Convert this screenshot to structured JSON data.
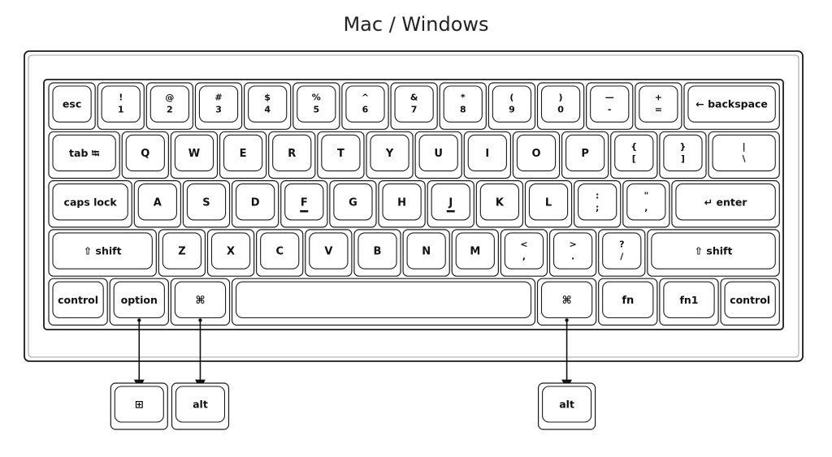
{
  "title": "Mac / Windows",
  "rows": [
    [
      {
        "id": "esc",
        "label": "esc",
        "w": 1
      },
      {
        "id": "1",
        "top": "!",
        "bottom": "1",
        "w": 1
      },
      {
        "id": "2",
        "top": "@",
        "bottom": "2",
        "w": 1
      },
      {
        "id": "3",
        "top": "#",
        "bottom": "3",
        "w": 1
      },
      {
        "id": "4",
        "top": "$",
        "bottom": "4",
        "w": 1
      },
      {
        "id": "5",
        "top": "%",
        "bottom": "5",
        "w": 1
      },
      {
        "id": "6",
        "top": "^",
        "bottom": "6",
        "w": 1
      },
      {
        "id": "7",
        "top": "&",
        "bottom": "7",
        "w": 1
      },
      {
        "id": "8",
        "top": "*",
        "bottom": "8",
        "w": 1
      },
      {
        "id": "9",
        "top": "(",
        "bottom": "9",
        "w": 1
      },
      {
        "id": "0",
        "top": ")",
        "bottom": "0",
        "w": 1
      },
      {
        "id": "minus",
        "top": "—",
        "bottom": "-",
        "w": 1
      },
      {
        "id": "equal",
        "top": "+",
        "bottom": "=",
        "w": 1
      },
      {
        "id": "backspace",
        "label": "← backspace",
        "w": 2
      }
    ],
    [
      {
        "id": "tab",
        "label": "tab ⭾",
        "w": 1.5
      },
      {
        "id": "q",
        "label": "Q",
        "w": 1
      },
      {
        "id": "w",
        "label": "W",
        "w": 1
      },
      {
        "id": "e",
        "label": "E",
        "w": 1
      },
      {
        "id": "r",
        "label": "R",
        "w": 1
      },
      {
        "id": "t",
        "label": "T",
        "w": 1
      },
      {
        "id": "y",
        "label": "Y",
        "w": 1
      },
      {
        "id": "u",
        "label": "U",
        "w": 1
      },
      {
        "id": "i",
        "label": "I",
        "w": 1
      },
      {
        "id": "o",
        "label": "O",
        "w": 1
      },
      {
        "id": "p",
        "label": "P",
        "w": 1
      },
      {
        "id": "lbracket",
        "top": "{",
        "bottom": "[",
        "w": 1
      },
      {
        "id": "rbracket",
        "top": "}",
        "bottom": "]",
        "w": 1
      },
      {
        "id": "backslash",
        "top": "|",
        "bottom": "\\",
        "w": 1.5
      }
    ],
    [
      {
        "id": "capslock",
        "label": "caps lock",
        "w": 1.75
      },
      {
        "id": "a",
        "label": "A",
        "w": 1
      },
      {
        "id": "s",
        "label": "S",
        "w": 1
      },
      {
        "id": "d",
        "label": "D",
        "w": 1
      },
      {
        "id": "f",
        "label": "F",
        "w": 1,
        "bump": true
      },
      {
        "id": "g",
        "label": "G",
        "w": 1
      },
      {
        "id": "h",
        "label": "H",
        "w": 1
      },
      {
        "id": "j",
        "label": "J",
        "w": 1,
        "bump": true
      },
      {
        "id": "k",
        "label": "K",
        "w": 1
      },
      {
        "id": "l",
        "label": "L",
        "w": 1
      },
      {
        "id": "semicolon",
        "top": ":",
        "bottom": ";",
        "w": 1
      },
      {
        "id": "quote",
        "top": "\"",
        "bottom": ",",
        "w": 1
      },
      {
        "id": "enter",
        "label": "↵ enter",
        "w": 2.25
      }
    ],
    [
      {
        "id": "lshift",
        "label": "⇧ shift",
        "w": 2.25
      },
      {
        "id": "z",
        "label": "Z",
        "w": 1
      },
      {
        "id": "x",
        "label": "X",
        "w": 1
      },
      {
        "id": "c",
        "label": "C",
        "w": 1
      },
      {
        "id": "v",
        "label": "V",
        "w": 1
      },
      {
        "id": "b",
        "label": "B",
        "w": 1
      },
      {
        "id": "n",
        "label": "N",
        "w": 1
      },
      {
        "id": "m",
        "label": "M",
        "w": 1
      },
      {
        "id": "comma",
        "top": "<",
        "bottom": ",",
        "w": 1
      },
      {
        "id": "period",
        "top": ">",
        "bottom": ".",
        "w": 1
      },
      {
        "id": "slash",
        "top": "?",
        "bottom": "/",
        "w": 1
      },
      {
        "id": "rshift",
        "label": "⇧ shift",
        "w": 2.75
      }
    ],
    [
      {
        "id": "lcontrol",
        "label": "control",
        "w": 1.25
      },
      {
        "id": "option",
        "label": "option",
        "w": 1.25
      },
      {
        "id": "lcmd",
        "label": "⌘",
        "w": 1.25
      },
      {
        "id": "space",
        "label": "",
        "w": 6.25
      },
      {
        "id": "rcmd",
        "label": "⌘",
        "w": 1.25
      },
      {
        "id": "fn",
        "label": "fn",
        "w": 1.25
      },
      {
        "id": "fn1",
        "label": "fn1",
        "w": 1.25
      },
      {
        "id": "rcontrol",
        "label": "control",
        "w": 1.25
      }
    ]
  ],
  "windows_keys": [
    {
      "id": "win",
      "label": "⊞",
      "maps_to": "option"
    },
    {
      "id": "alt-left",
      "label": "alt",
      "maps_to": "lcmd"
    },
    {
      "id": "alt-right",
      "label": "alt",
      "maps_to": "rcmd"
    }
  ]
}
